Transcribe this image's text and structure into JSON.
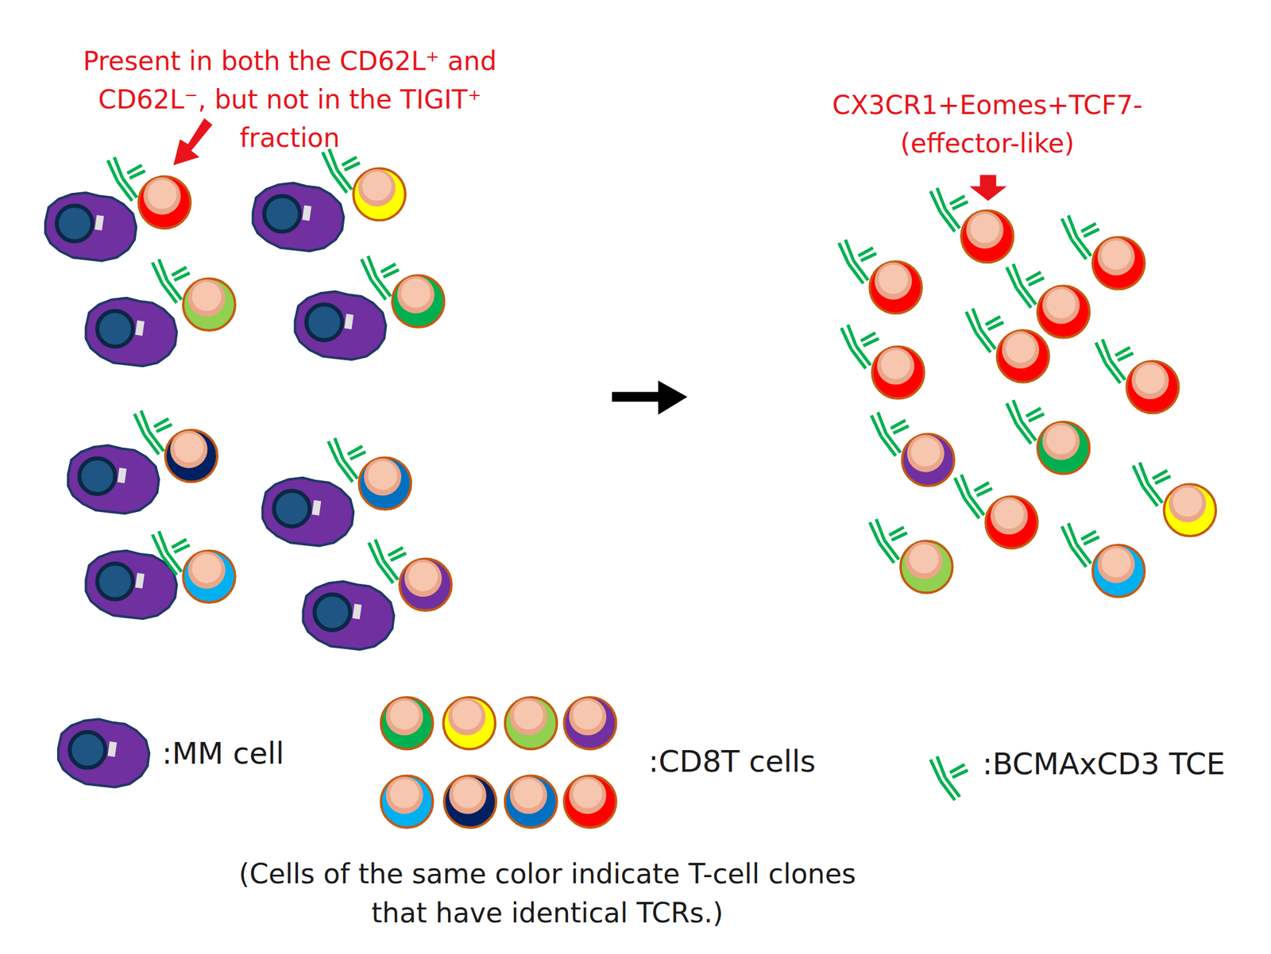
{
  "diagram": {
    "labels": [
      "Present in both the CD62L⁺ and CD62L⁻, but not in the TIGIT⁺ fraction",
      "CX3CR1+Eomes+TCF7- (effector-like)",
      "(Cells of the same color indicate T-cell clones that have identical TCRs.)"
    ],
    "legend": [
      {
        "text": ":MM cell"
      },
      {
        "text": ":CD8T cells"
      },
      {
        "text": ":BCMAxCD3 TCE"
      }
    ]
  }
}
